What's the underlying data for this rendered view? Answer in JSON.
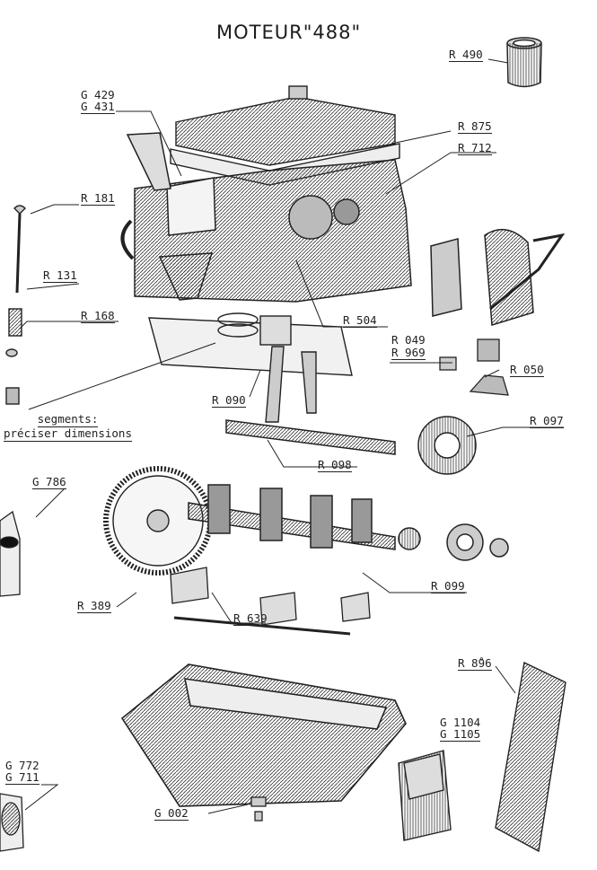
{
  "title": "MOTEUR\"488\"",
  "labels": {
    "r490": "R 490",
    "g429": "G 429",
    "g431": "G 431",
    "r875": "R 875",
    "r712": "R 712",
    "r181": "R 181",
    "r131": "R 131",
    "r168": "R 168",
    "r504": "R 504",
    "r049": "R 049",
    "r969": "R 969",
    "r050": "R 050",
    "r090": "R 090",
    "r097": "R 097",
    "r098": "R 098",
    "g786": "G 786",
    "r099": "R 099",
    "r389": "R 389",
    "r639": "R 639",
    "r896": "R 8̊96",
    "g1104": "G 1104",
    "g1105": "G 1105",
    "g772": "G 772",
    "g711": "G 711",
    "g002": "G 002"
  },
  "note": {
    "line1": "segments:",
    "line2": "préciser dimensions"
  }
}
